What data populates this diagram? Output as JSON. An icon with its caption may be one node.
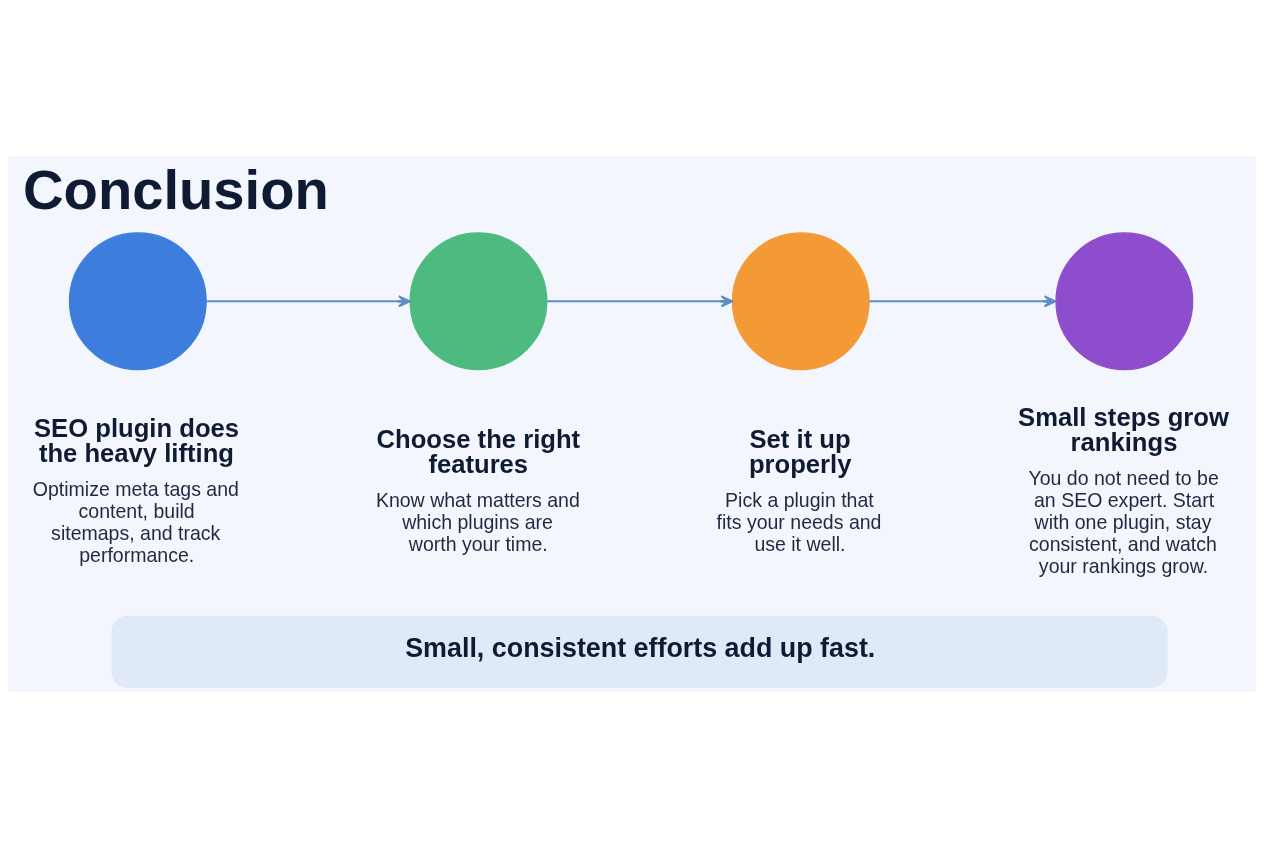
{
  "diagram": {
    "title": "Conclusion",
    "nodes": [
      {
        "text": [],
        "shape": "circle",
        "beside": [
          "SEO plugin does the heavy lifting",
          "Optimize meta tags and content, build sitemaps, and track performance."
        ]
      },
      {
        "text": [],
        "shape": "circle",
        "beside": [
          "Choose the right features",
          "Know what matters and which plugins are worth your time."
        ]
      },
      {
        "text": [],
        "shape": "circle",
        "beside": [
          "Set it up properly",
          "Pick a plugin that fits your needs and use it well."
        ]
      },
      {
        "text": [],
        "shape": "circle",
        "beside": [
          "Small steps grow rankings",
          "You do not need to be an SEO expert. Start with one plugin, stay consistent, and watch your rankings grow."
        ]
      },
      {
        "text": [
          "Small, consistent efforts add up fast."
        ]
      }
    ],
    "edges": [
      {
        "from": 0,
        "to": 1,
        "arrow": "to"
      },
      {
        "from": 1,
        "to": 2,
        "arrow": "to"
      },
      {
        "from": 2,
        "to": 3,
        "arrow": "to"
      }
    ]
  }
}
